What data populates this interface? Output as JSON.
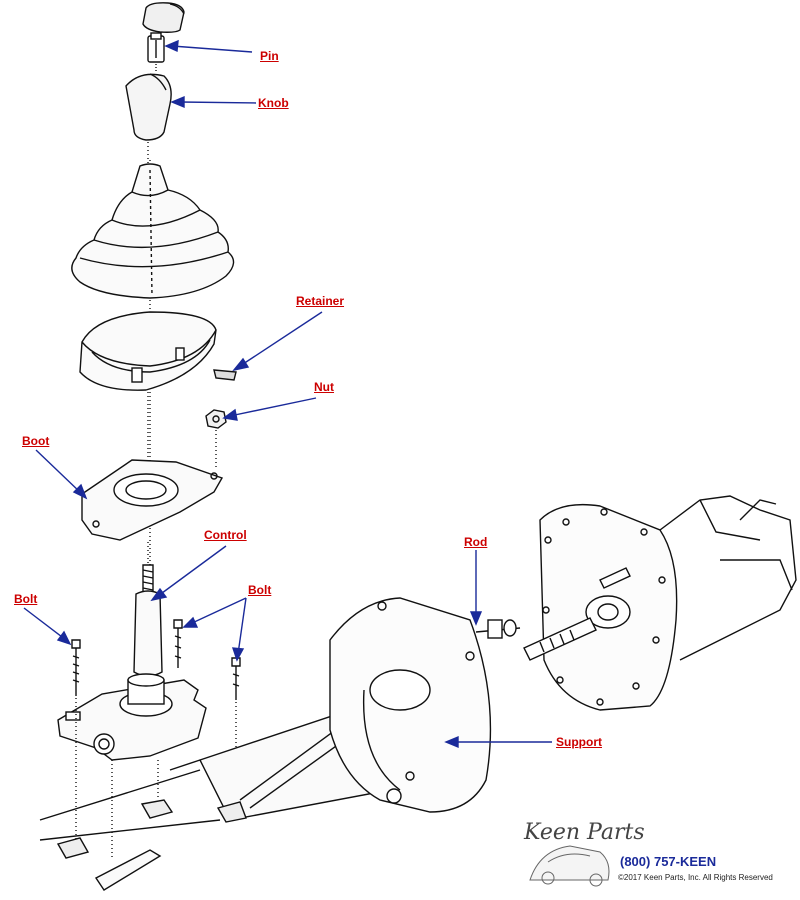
{
  "callouts": {
    "pin": "Pin",
    "knob": "Knob",
    "retainer": "Retainer",
    "nut": "Nut",
    "boot": "Boot",
    "control": "Control",
    "bolt_left": "Bolt",
    "bolt_right": "Bolt",
    "rod": "Rod",
    "support": "Support"
  },
  "footer": {
    "logo": "Keen Parts",
    "phone": "(800) 757-KEEN",
    "copyright": "©2017 Keen Parts, Inc. All Rights Reserved"
  },
  "colors": {
    "label": "#cc0000",
    "arrow": "#1a2a9a",
    "line": "#111111"
  }
}
